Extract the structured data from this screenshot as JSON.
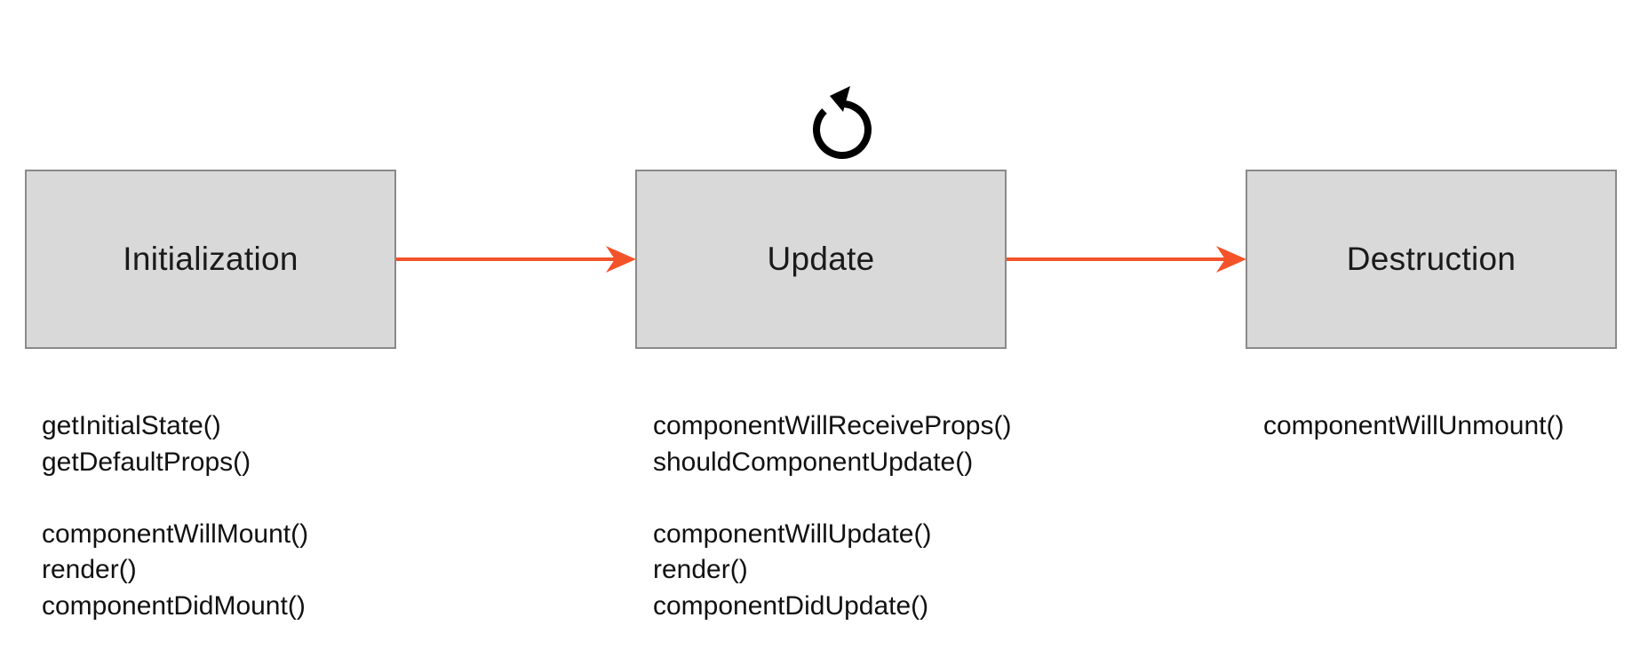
{
  "colors": {
    "box_fill": "#d9d9d9",
    "box_border": "#8a8a8a",
    "arrow": "#f4532a",
    "text": "#111111"
  },
  "stages": [
    {
      "title": "Initialization",
      "methods": [
        "getInitialState()",
        "getDefaultProps()",
        "componentWillMount()",
        "render()",
        "componentDidMount()"
      ]
    },
    {
      "title": "Update",
      "icon": "refresh-loop-icon",
      "methods": [
        "componentWillReceiveProps()",
        "shouldComponentUpdate()",
        "componentWillUpdate()",
        "render()",
        "componentDidUpdate()"
      ]
    },
    {
      "title": "Destruction",
      "methods": [
        "componentWillUnmount()"
      ]
    }
  ]
}
